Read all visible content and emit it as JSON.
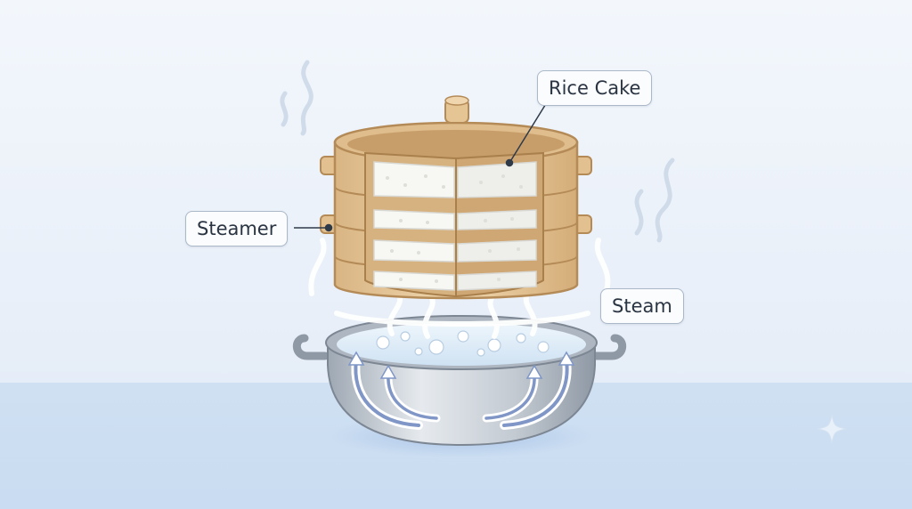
{
  "labels": {
    "rice_cake": "Rice Cake",
    "steamer": "Steamer",
    "steam": "Steam"
  },
  "colors": {
    "bamboo": "#e7c99e",
    "bamboo_dark": "#b48a57",
    "rice": "#f7f7f4",
    "pot": "#b9c2cc",
    "water": "#dbeaf6",
    "steam_arrow": "#7f96c6",
    "background": "#eef3fa"
  },
  "icons": {
    "steam_wisp_left": "steam-wisp-icon",
    "steam_wisp_right": "steam-wisp-icon",
    "sparkle": "sparkle-icon"
  }
}
